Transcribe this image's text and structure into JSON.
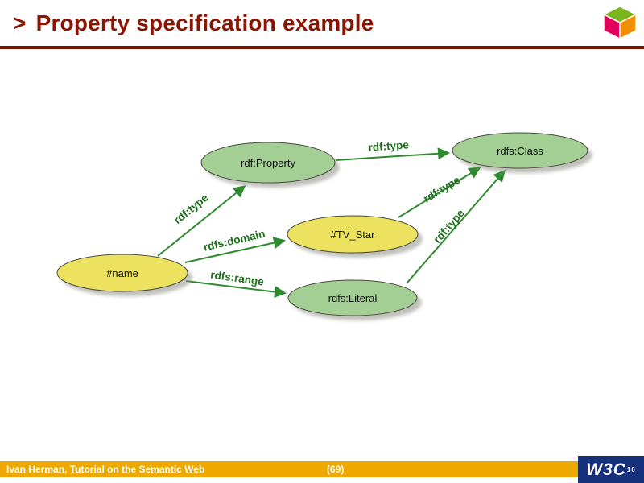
{
  "header": {
    "marker": ">",
    "title": "Property specification example",
    "title_color": "#8a1602"
  },
  "cube_logo": {
    "top_color": "#7ab51d",
    "left_color": "#e2005b",
    "right_color": "#f18e00"
  },
  "diagram": {
    "colors": {
      "class_node_fill": "#a3cf95",
      "instance_node_fill": "#ece25f",
      "edge_color": "#2e8a2e",
      "edge_label_color": "#1c701c"
    },
    "nodes": [
      {
        "id": "rdf-property",
        "label": "rdf:Property",
        "color": "green"
      },
      {
        "id": "rdfs-class",
        "label": "rdfs:Class",
        "color": "green"
      },
      {
        "id": "tv-star",
        "label": "#TV_Star",
        "color": "yellow"
      },
      {
        "id": "name",
        "label": "#name",
        "color": "yellow"
      },
      {
        "id": "rdfs-literal",
        "label": "rdfs:Literal",
        "color": "green"
      }
    ],
    "edges": [
      {
        "from": "#name",
        "to": "rdf:Property",
        "label": "rdf:type"
      },
      {
        "from": "rdf:Property",
        "to": "rdfs:Class",
        "label": "rdf:type"
      },
      {
        "from": "#TV_Star",
        "to": "rdfs:Class",
        "label": "rdf:type"
      },
      {
        "from": "rdfs:Literal",
        "to": "rdfs:Class",
        "label": "rdf:type"
      },
      {
        "from": "#name",
        "to": "#TV_Star",
        "label": "rdfs:domain"
      },
      {
        "from": "#name",
        "to": "rdfs:Literal",
        "label": "rdfs:range"
      }
    ]
  },
  "footer": {
    "credit": "Ivan Herman, Tutorial on the Semantic Web",
    "page": "(69)",
    "bar_color": "#eda900",
    "logo": "W3C"
  }
}
